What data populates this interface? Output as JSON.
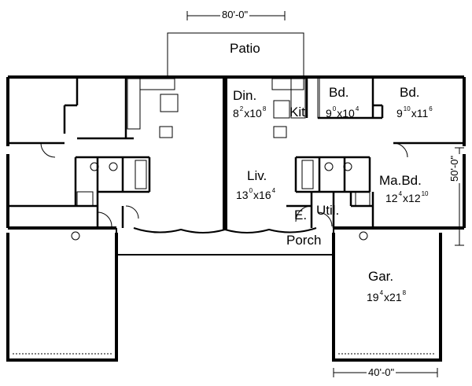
{
  "dimensions": {
    "top_width": "80'-0\"",
    "bottom_width": "40'-0\"",
    "right_depth": "50'-0\""
  },
  "rooms": {
    "patio": {
      "label": "Patio"
    },
    "dining": {
      "label": "Din.",
      "w_main": "8",
      "w_sup": "2",
      "d_main": "10",
      "d_sup": "8"
    },
    "kitchen": {
      "label": "Kit."
    },
    "bedroom2": {
      "label": "Bd.",
      "w_main": "9",
      "w_sup": "0",
      "d_main": "10",
      "d_sup": "4"
    },
    "bedroom3": {
      "label": "Bd.",
      "w_main": "9",
      "w_sup": "10",
      "d_main": "11",
      "d_sup": "6"
    },
    "living": {
      "label": "Liv.",
      "w_main": "13",
      "w_sup": "0",
      "d_main": "16",
      "d_sup": "4"
    },
    "master": {
      "label": "Ma.Bd.",
      "w_main": "12",
      "w_sup": "4",
      "d_main": "12",
      "d_sup": "10"
    },
    "entry": {
      "label": "E."
    },
    "utility": {
      "label": "Util."
    },
    "porch": {
      "label": "Porch"
    },
    "garage": {
      "label": "Gar.",
      "w_main": "19",
      "w_sup": "4",
      "d_main": "21",
      "d_sup": "8"
    }
  }
}
